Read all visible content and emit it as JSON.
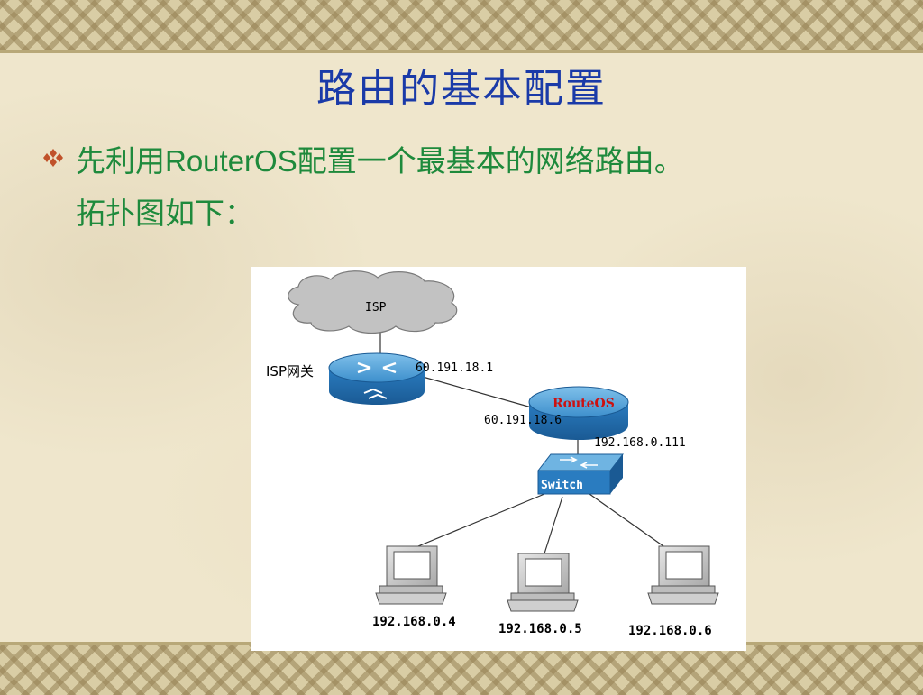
{
  "slide": {
    "title": "路由的基本配置",
    "bullet": {
      "part1": "先利用",
      "part2": "RouterOS",
      "part3": "配置一个最基本的网络路由。",
      "line2": "拓扑图如下："
    }
  },
  "diagram": {
    "cloud_label": "ISP",
    "isp_gateway_label": "ISP网关",
    "isp_gateway_ip": "60.191.18.1",
    "routeros_label": "RouteOS",
    "routeros_wan_ip": "60.191.18.6",
    "routeros_lan_ip": "192.168.0.111",
    "switch_label": "Switch",
    "pcs": [
      {
        "ip": "192.168.0.4"
      },
      {
        "ip": "192.168.0.5"
      },
      {
        "ip": "192.168.0.6"
      }
    ]
  },
  "colors": {
    "title": "#1a3aa8",
    "bullet_text": "#1e8a3c",
    "routeros_label": "#cc1111",
    "device_blue": "#2a7cc0",
    "cloud": "#b8b8b8"
  }
}
